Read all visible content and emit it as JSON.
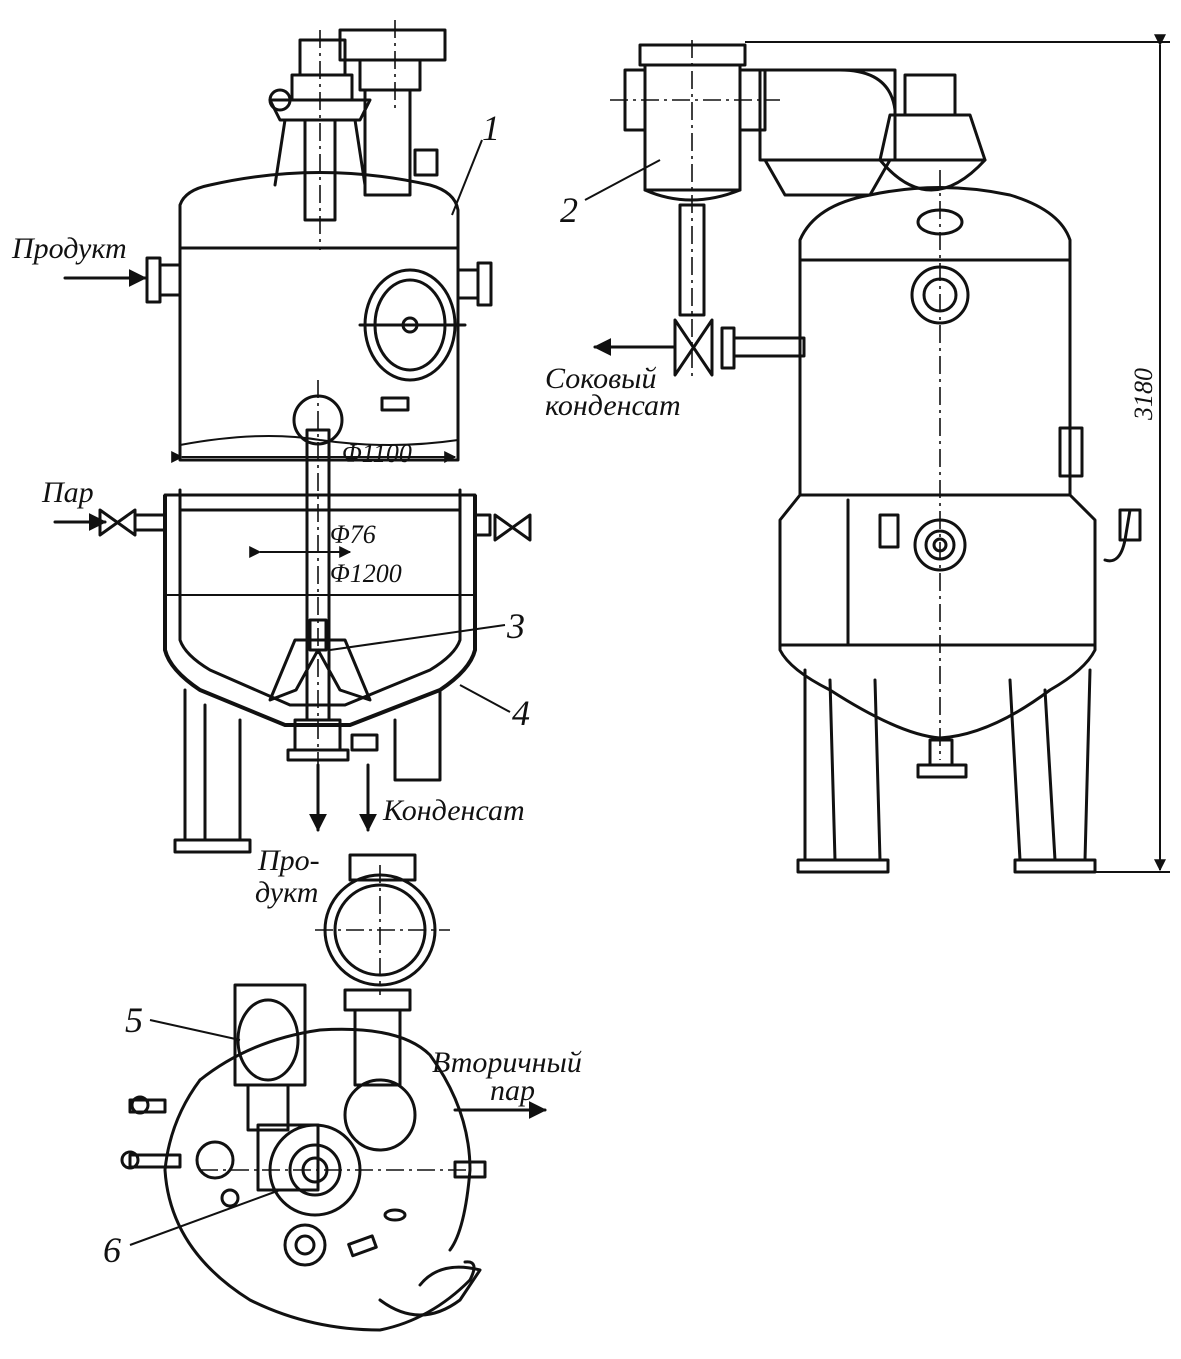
{
  "labels": {
    "product_in": "Продукт",
    "steam": "Пар",
    "condensate": "Конденсат",
    "product_out_line1": "Про-",
    "product_out_line2": "дукт",
    "juice_condensate_line1": "Соковый",
    "juice_condensate_line2": "конденсат",
    "secondary_steam_line1": "Вторичный",
    "secondary_steam_line2": "пар"
  },
  "dimensions": {
    "d_shell": "Φ1100",
    "d_pipe": "Φ76",
    "d_jacket": "Φ1200",
    "height": "3180"
  },
  "callouts": {
    "n1": "1",
    "n2": "2",
    "n3": "3",
    "n4": "4",
    "n5": "5",
    "n6": "6"
  }
}
